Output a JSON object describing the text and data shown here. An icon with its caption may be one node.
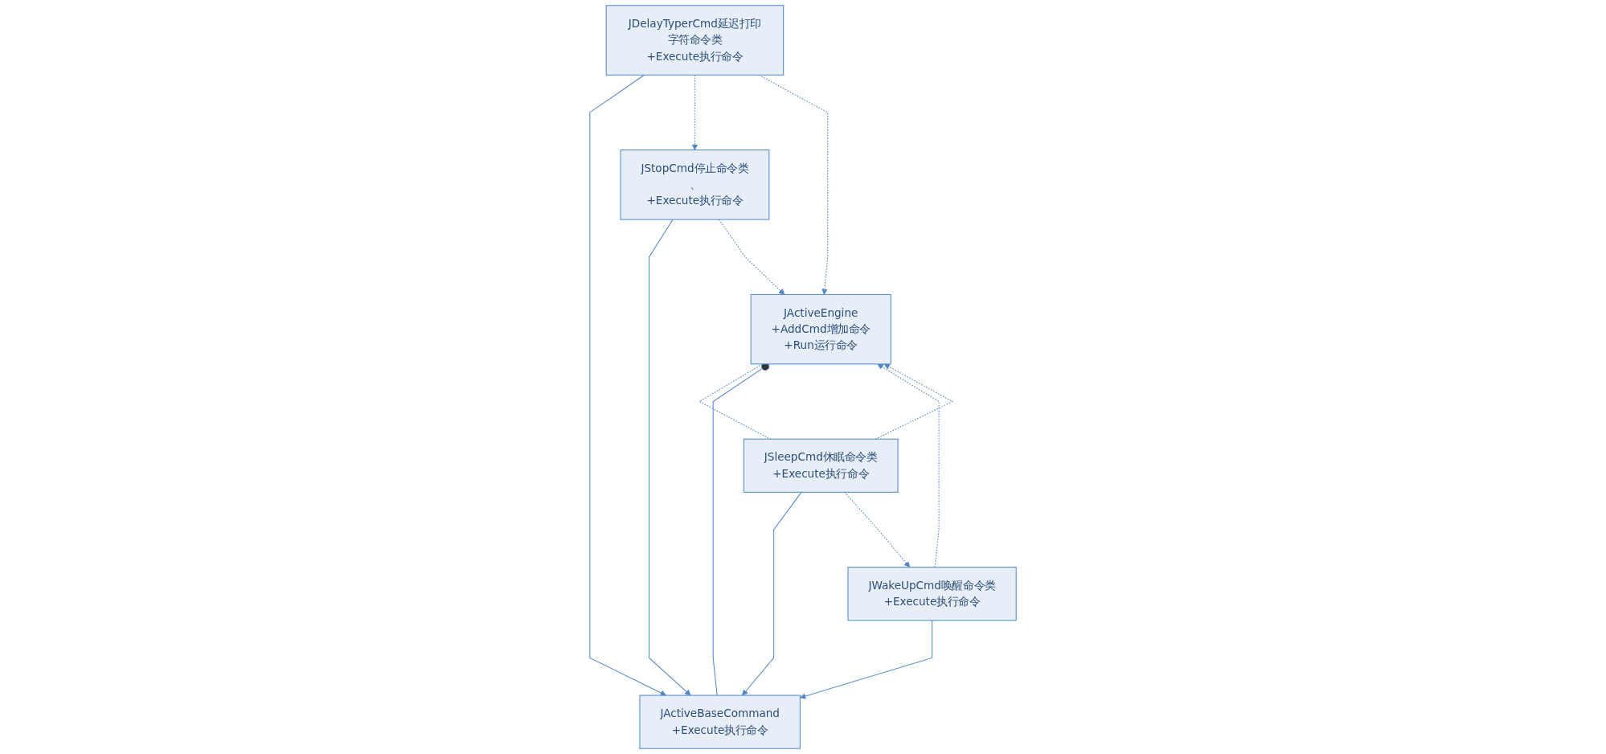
{
  "diagram": {
    "nodes": [
      {
        "text": [
          "JActiveEngine",
          "+AddCmd增加命令",
          "+Run运行命令"
        ]
      },
      {
        "text": [
          "JActiveBaseCommand",
          "+Execute执行命令"
        ]
      },
      {
        "text": [
          "JSleepCmd休眠命令类",
          "+Execute执行命令"
        ]
      },
      {
        "text": [
          "JWakeUpCmd唤醒命令类",
          "+Execute执行命令"
        ]
      },
      {
        "text": [
          "JStopCmd停止命令类",
          "、",
          "+Execute执行命令"
        ]
      },
      {
        "text": [
          "JDelayTyperCmd延迟打印字符命令类",
          "+Execute执行命令"
        ]
      }
    ],
    "edges": [
      {
        "from": 1,
        "to": 0,
        "arrow": "other"
      },
      {
        "from": 2,
        "to": 1,
        "arrow": "to"
      },
      {
        "from": 3,
        "to": 1,
        "arrow": "to"
      },
      {
        "from": 4,
        "to": 1,
        "arrow": "to"
      },
      {
        "from": 5,
        "to": 1,
        "arrow": "to"
      },
      {
        "from": 2,
        "to": 3,
        "arrow": "to",
        "style": "dashed"
      },
      {
        "from": 5,
        "to": 4,
        "arrow": "to",
        "style": "dashed"
      },
      {
        "from": 0,
        "to": 2,
        "arrow": "none",
        "style": "dashed"
      },
      {
        "from": 2,
        "to": 0,
        "arrow": "to",
        "style": "dashed"
      },
      {
        "from": 3,
        "to": 0,
        "arrow": "to",
        "style": "dashed"
      },
      {
        "from": 4,
        "to": 0,
        "arrow": "to",
        "style": "dashed"
      },
      {
        "from": 5,
        "to": 0,
        "arrow": "to",
        "style": "dashed"
      }
    ]
  }
}
